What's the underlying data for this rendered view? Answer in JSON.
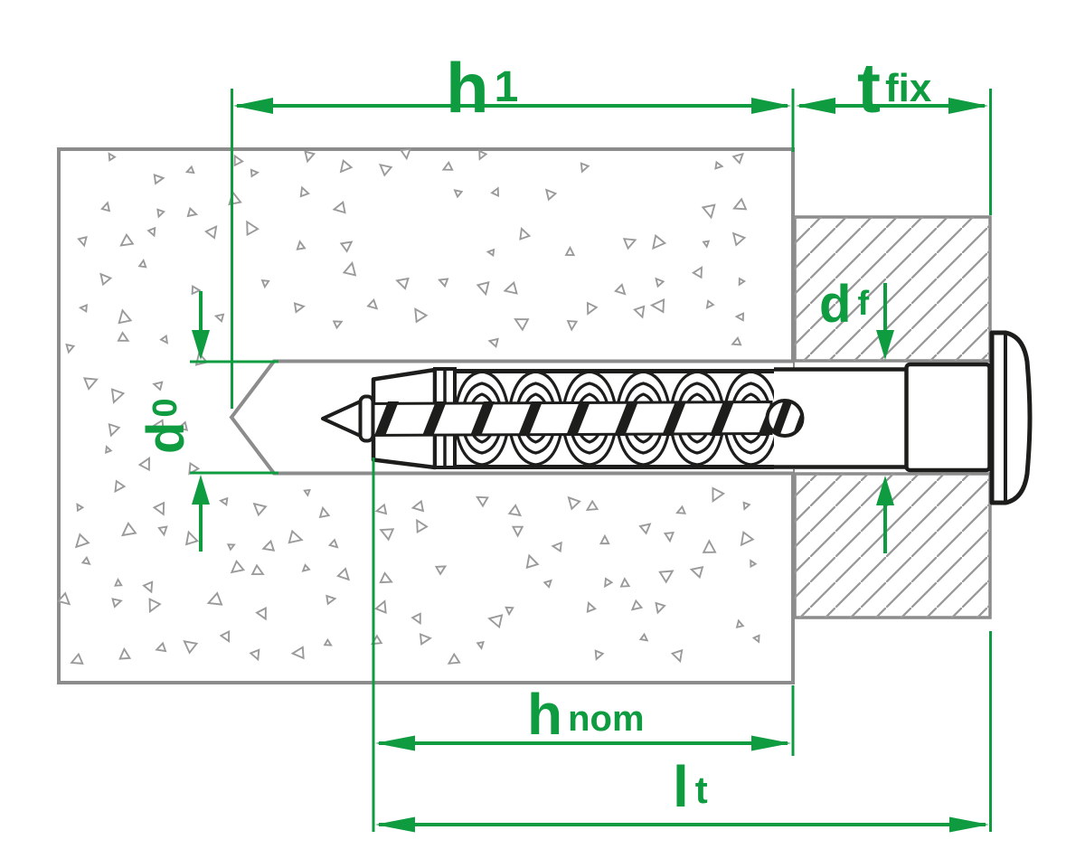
{
  "dimensions": {
    "h1": {
      "main": "h",
      "sub": "1"
    },
    "tfix": {
      "main": "t",
      "sub": "fix"
    },
    "d0": {
      "main": "d",
      "sub": "0"
    },
    "df": {
      "main": "d",
      "sub": "f"
    },
    "hnom": {
      "main": "h",
      "sub": "nom"
    },
    "lt": {
      "main": "l",
      "sub": "t"
    }
  },
  "colors": {
    "accent_green": "#0f9b40",
    "outline_gray": "#8c8c8c",
    "texture_gray": "#9a9a9a",
    "ink_black": "#1d1d1b",
    "background": "#ffffff"
  }
}
